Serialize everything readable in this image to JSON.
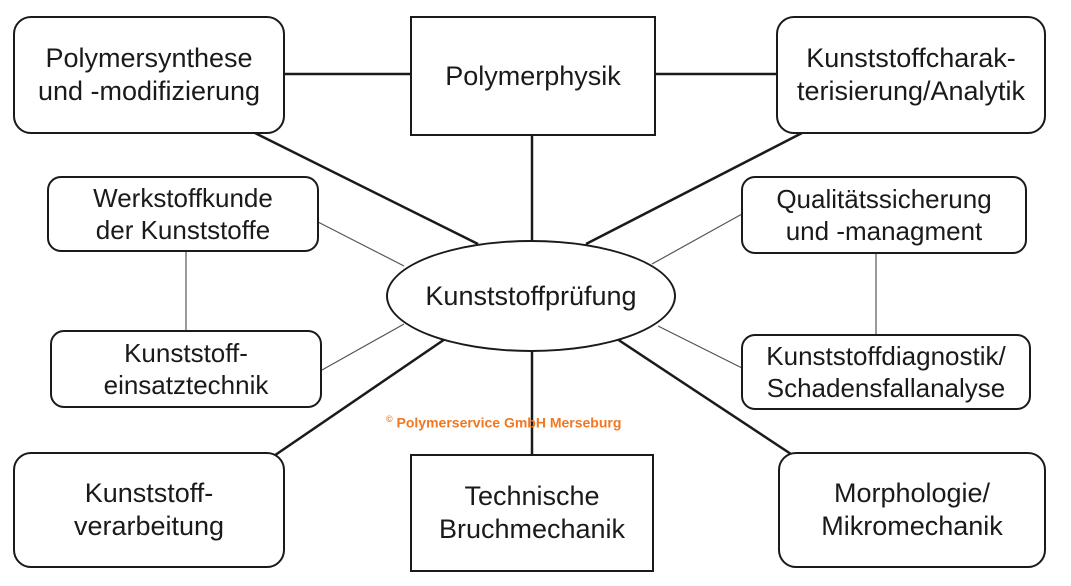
{
  "diagram": {
    "center": "Kunststoffprüfung",
    "nodes": {
      "polymersynthese": "Polymersynthese\nund -modifizierung",
      "polymerphysik": "Polymerphysik",
      "charakterisierung": "Kunststoffcharak-\nterisierung/Analytik",
      "werkstoffkunde": "Werkstoffkunde\nder Kunststoffe",
      "qualitaet": "Qualitätssicherung\nund -managment",
      "einsatztechnik": "Kunststoff-\neinsatztechnik",
      "diagnostik": "Kunststoffdiagnostik/\nSchadensfallanalyse",
      "verarbeitung": "Kunststoff-\nverarbeitung",
      "bruchmechanik": "Technische\nBruchmechanik",
      "morphologie": "Morphologie/\nMikromechanik"
    },
    "copyright_symbol": "©",
    "copyright": "Polymerservice GmbH Merseburg",
    "colors": {
      "line": "#1a1a1a",
      "thin_line": "#555555",
      "copyright": "#f07820"
    }
  }
}
